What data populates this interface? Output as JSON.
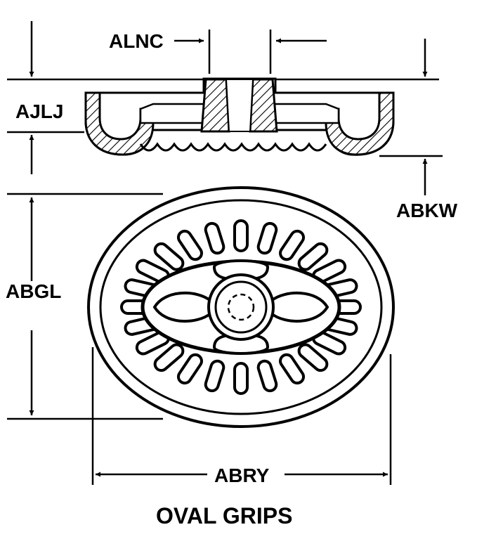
{
  "title": "OVAL GRIPS",
  "dimensions": {
    "alnc": "ALNC",
    "ajlj": "AJLJ",
    "abkw": "ABKW",
    "abgl": "ABGL",
    "abry": "ABRY"
  },
  "colors": {
    "ink": "#000000",
    "paper": "#ffffff"
  }
}
